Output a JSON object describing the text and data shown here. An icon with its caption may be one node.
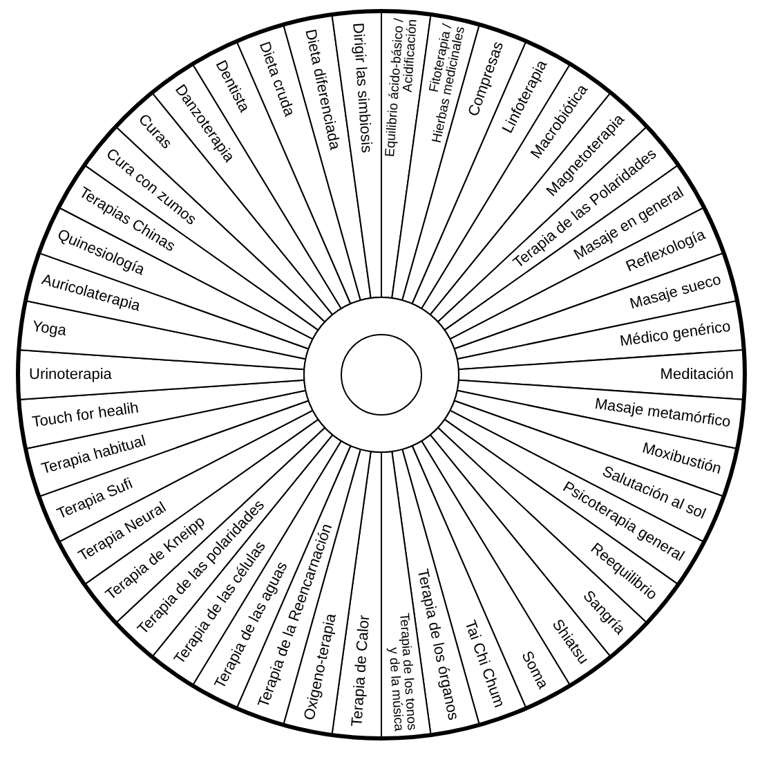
{
  "diagram": {
    "nodes": [
      {
        "text": [
          "Equilibrio ácido-básico / Acidificación"
        ]
      },
      {
        "text": [
          "Fitoterapia / Hierbas medicinales"
        ]
      },
      {
        "text": [
          "Compresas"
        ]
      },
      {
        "text": [
          "Linfoterapia"
        ]
      },
      {
        "text": [
          "Macrobiótica"
        ]
      },
      {
        "text": [
          "Magnetoterapia"
        ]
      },
      {
        "text": [
          "Terapia de las Polaridades"
        ]
      },
      {
        "text": [
          "Masaje en general"
        ]
      },
      {
        "text": [
          "Reflexología"
        ]
      },
      {
        "text": [
          "Masaje sueco"
        ]
      },
      {
        "text": [
          "Médico genérico"
        ]
      },
      {
        "text": [
          "Meditación"
        ]
      },
      {
        "text": [
          "Masaje metamórfico"
        ]
      },
      {
        "text": [
          "Moxibustión"
        ]
      },
      {
        "text": [
          "Salutación al sol"
        ]
      },
      {
        "text": [
          "Psicoterapia general"
        ]
      },
      {
        "text": [
          "Reequilibrio"
        ]
      },
      {
        "text": [
          "Sangría"
        ]
      },
      {
        "text": [
          "Shiatsu"
        ]
      },
      {
        "text": [
          "Soma"
        ]
      },
      {
        "text": [
          "Tai Chi Chum"
        ]
      },
      {
        "text": [
          "Terapia de los órganos"
        ]
      },
      {
        "text": [
          "Terapia de los tonos y de la música"
        ]
      },
      {
        "text": [
          "Terapia de Calor"
        ]
      },
      {
        "text": [
          "Oxigeno-terapia"
        ]
      },
      {
        "text": [
          "Terapia de la Reencarnación"
        ]
      },
      {
        "text": [
          "Terapia de las aguas"
        ]
      },
      {
        "text": [
          "Terapia de las células"
        ]
      },
      {
        "text": [
          "Terapia de las polaridades"
        ]
      },
      {
        "text": [
          "Terapia de Kneipp"
        ]
      },
      {
        "text": [
          "Terapia Neural"
        ]
      },
      {
        "text": [
          "Terapia Sufi"
        ]
      },
      {
        "text": [
          "Terapia habitual"
        ]
      },
      {
        "text": [
          "Touch for healih"
        ]
      },
      {
        "text": [
          "Urinoterapia"
        ]
      },
      {
        "text": [
          "Yoga"
        ]
      },
      {
        "text": [
          "Auricolaterapia"
        ]
      },
      {
        "text": [
          "Quinesiología"
        ]
      },
      {
        "text": [
          "Terapias Chinas"
        ]
      },
      {
        "text": [
          "Cura con zumos"
        ]
      },
      {
        "text": [
          "Curas"
        ]
      },
      {
        "text": [
          "Danzoterapia"
        ]
      },
      {
        "text": [
          "Dentista"
        ]
      },
      {
        "text": [
          "Dieta cruda"
        ]
      },
      {
        "text": [
          "Dieta diferenciada"
        ]
      },
      {
        "text": [
          "Dirigir las simbiosis"
        ]
      }
    ]
  }
}
